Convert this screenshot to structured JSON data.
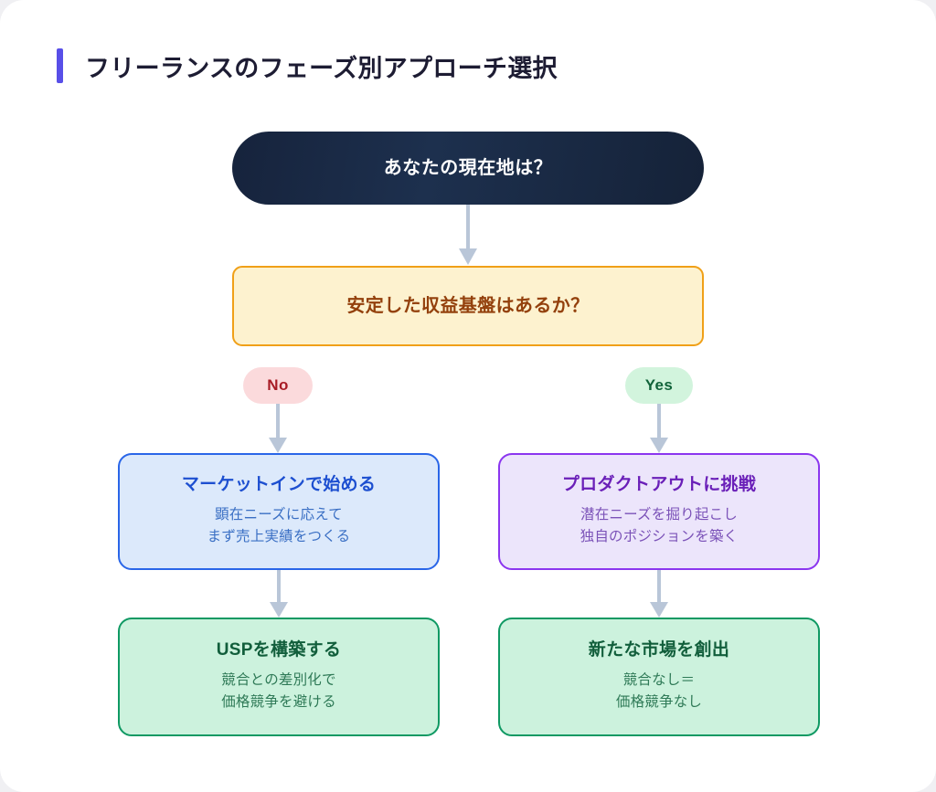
{
  "page": {
    "background": "#f0f0f3",
    "card_background": "#ffffff"
  },
  "header": {
    "accent_color": "#584fe8",
    "title": "フリーランスのフェーズ別アプローチ選択"
  },
  "flowchart": {
    "connector_color": "#b9c6d8",
    "start": {
      "label": "あなたの現在地は？",
      "fill": "#16233c",
      "text_color": "#ffffff"
    },
    "decision": {
      "label": "安定した収益基盤はあるか？",
      "fill": "#fdf2cf",
      "border": "#f0a018",
      "text_color": "#93400c"
    },
    "branches": {
      "no": {
        "label": "No",
        "fill": "#fbdadc",
        "text_color": "#a81c26"
      },
      "yes": {
        "label": "Yes",
        "fill": "#d2f4dd",
        "text_color": "#11633a"
      }
    },
    "outcomes": [
      {
        "id": "market-in",
        "title": "マーケットインで始める",
        "sub_line1": "顕在ニーズに応えて",
        "sub_line2": "まず売上実績をつくる",
        "fill": "#dce9fb",
        "border": "#2a66e8",
        "text_color": "#1d4fd0"
      },
      {
        "id": "product-out",
        "title": "プロダクトアウトに挑戦",
        "sub_line1": "潜在ニーズを掘り起こし",
        "sub_line2": "独自のポジションを築く",
        "fill": "#ece5fb",
        "border": "#8b36ef",
        "text_color": "#6a1fb8"
      }
    ],
    "results": [
      {
        "id": "usp",
        "title": "USPを構築する",
        "sub_line1": "競合との差別化で",
        "sub_line2": "価格競争を避ける",
        "fill": "#ccf2dd",
        "border": "#0f9963",
        "text_color": "#115e3b"
      },
      {
        "id": "new-market",
        "title": "新たな市場を創出",
        "sub_line1": "競合なし＝",
        "sub_line2": "価格競争なし",
        "fill": "#ccf2dd",
        "border": "#0f9963",
        "text_color": "#115e3b"
      }
    ]
  }
}
